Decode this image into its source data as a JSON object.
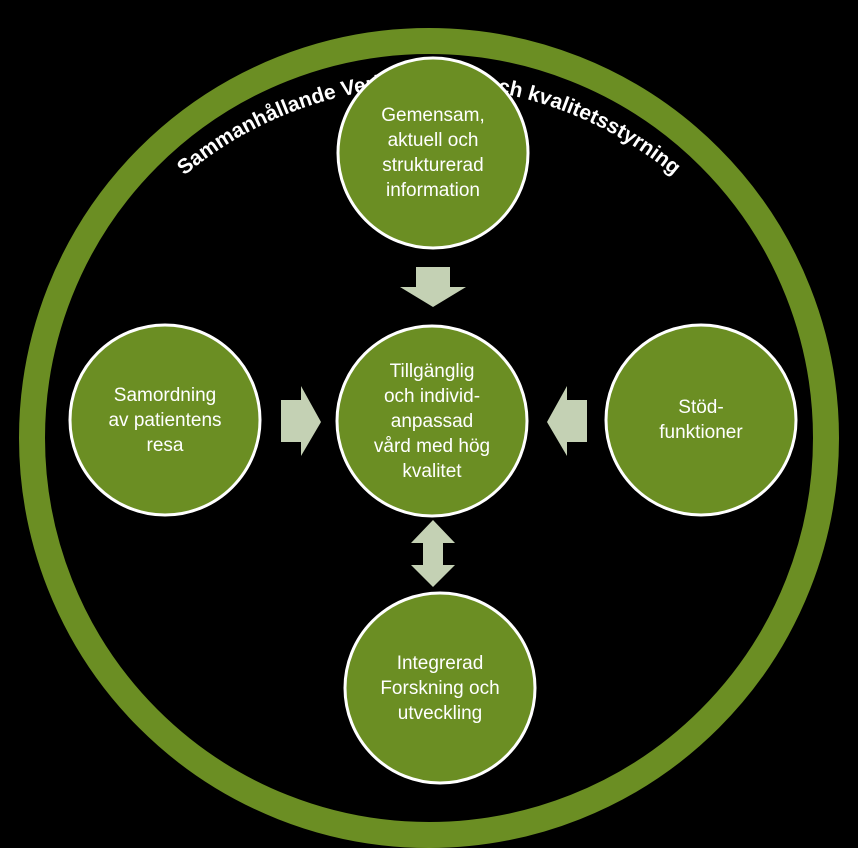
{
  "ring_title": "Sammanhållande Verksamhets- och kvalitetsstyrning",
  "colors": {
    "background": "#000000",
    "ring": "#6b8e23",
    "node_fill": "#6b8e23",
    "node_border": "#ffffff",
    "arrow": "#c4d1b4",
    "text": "#ffffff"
  },
  "nodes": {
    "top": "Gemensam,\naktuell och\nstrukturerad\ninformation",
    "left": "Samordning\nav patientens\nresa",
    "center": "Tillgänglig\noch individ-\nanpassad\nvård med hög\nkvalitet",
    "right": "Stöd-\nfunktioner",
    "bottom": "Integrerad\nForskning och\nutveckling"
  },
  "arrows": {
    "top_to_center": "down-arrow",
    "left_to_center": "right-arrow",
    "right_to_center": "left-arrow",
    "center_bottom": "up-down-arrow"
  }
}
